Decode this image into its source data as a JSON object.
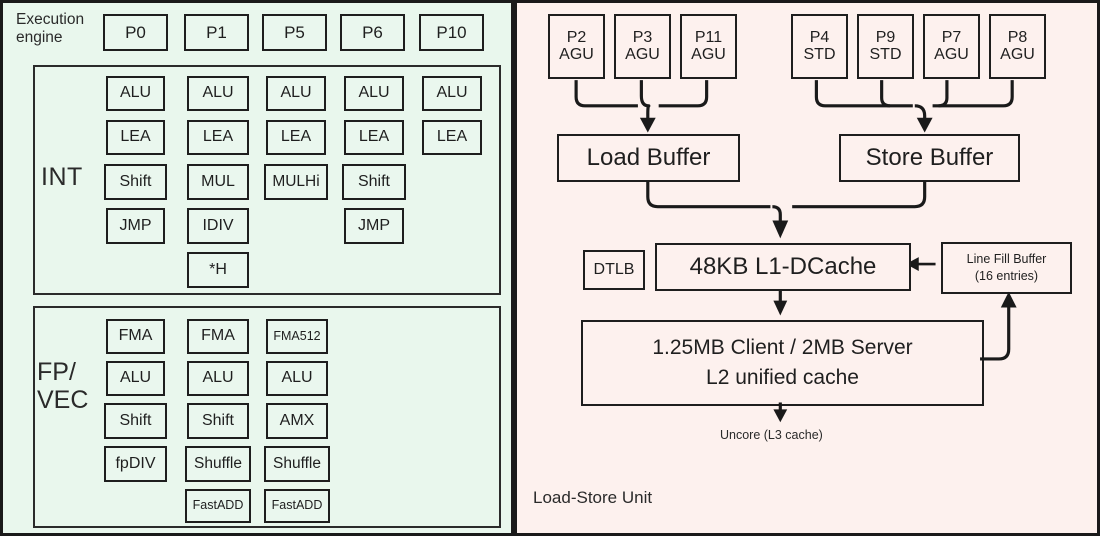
{
  "diagram": {
    "title": "CPU core execution engine and load-store unit block diagram"
  },
  "left_panel": {
    "name": "Execution engine",
    "heading": "Execution\nengine",
    "accent_color": "#e9f7ed",
    "ports": [
      {
        "label": "P0"
      },
      {
        "label": "P1"
      },
      {
        "label": "P5"
      },
      {
        "label": "P6"
      },
      {
        "label": "P10"
      }
    ],
    "int_block": {
      "label": "INT",
      "columns": [
        {
          "port": "P0",
          "units": [
            "ALU",
            "LEA",
            "Shift",
            "JMP"
          ]
        },
        {
          "port": "P1",
          "units": [
            "ALU",
            "LEA",
            "MUL",
            "IDIV",
            "*H"
          ]
        },
        {
          "port": "P5",
          "units": [
            "ALU",
            "LEA",
            "MULHi"
          ]
        },
        {
          "port": "P6",
          "units": [
            "ALU",
            "LEA",
            "Shift",
            "JMP"
          ]
        },
        {
          "port": "P10",
          "units": [
            "ALU",
            "LEA"
          ]
        }
      ]
    },
    "fpvec_block": {
      "label": "FP/\nVEC",
      "columns": [
        {
          "port": "P0",
          "units": [
            "FMA",
            "ALU",
            "Shift",
            "fpDIV"
          ]
        },
        {
          "port": "P1",
          "units": [
            "FMA",
            "ALU",
            "Shift",
            "Shuffle",
            "FastADD"
          ]
        },
        {
          "port": "P5",
          "units": [
            "FMA512",
            "ALU",
            "AMX",
            "Shuffle",
            "FastADD"
          ]
        }
      ]
    }
  },
  "right_panel": {
    "name": "Load-Store Unit",
    "footer_label": "Load-Store Unit",
    "accent_color": "#fdf1ee",
    "load_ports": [
      {
        "port": "P2",
        "unit": "AGU"
      },
      {
        "port": "P3",
        "unit": "AGU"
      },
      {
        "port": "P11",
        "unit": "AGU"
      }
    ],
    "store_ports": [
      {
        "port": "P4",
        "unit": "STD"
      },
      {
        "port": "P9",
        "unit": "STD"
      },
      {
        "port": "P7",
        "unit": "AGU"
      },
      {
        "port": "P8",
        "unit": "AGU"
      }
    ],
    "load_buffer": "Load Buffer",
    "store_buffer": "Store Buffer",
    "dtlb": "DTLB",
    "l1_dcache": "48KB L1-DCache",
    "line_fill_buffer": "Line Fill Buffer\n(16 entries)",
    "line_fill_buffer_line1": "Line Fill Buffer",
    "line_fill_buffer_line2": "(16 entries)",
    "l2_cache_line1": "1.25MB Client / 2MB Server",
    "l2_cache_line2": "L2 unified cache",
    "uncore": "Uncore (L3 cache)"
  }
}
